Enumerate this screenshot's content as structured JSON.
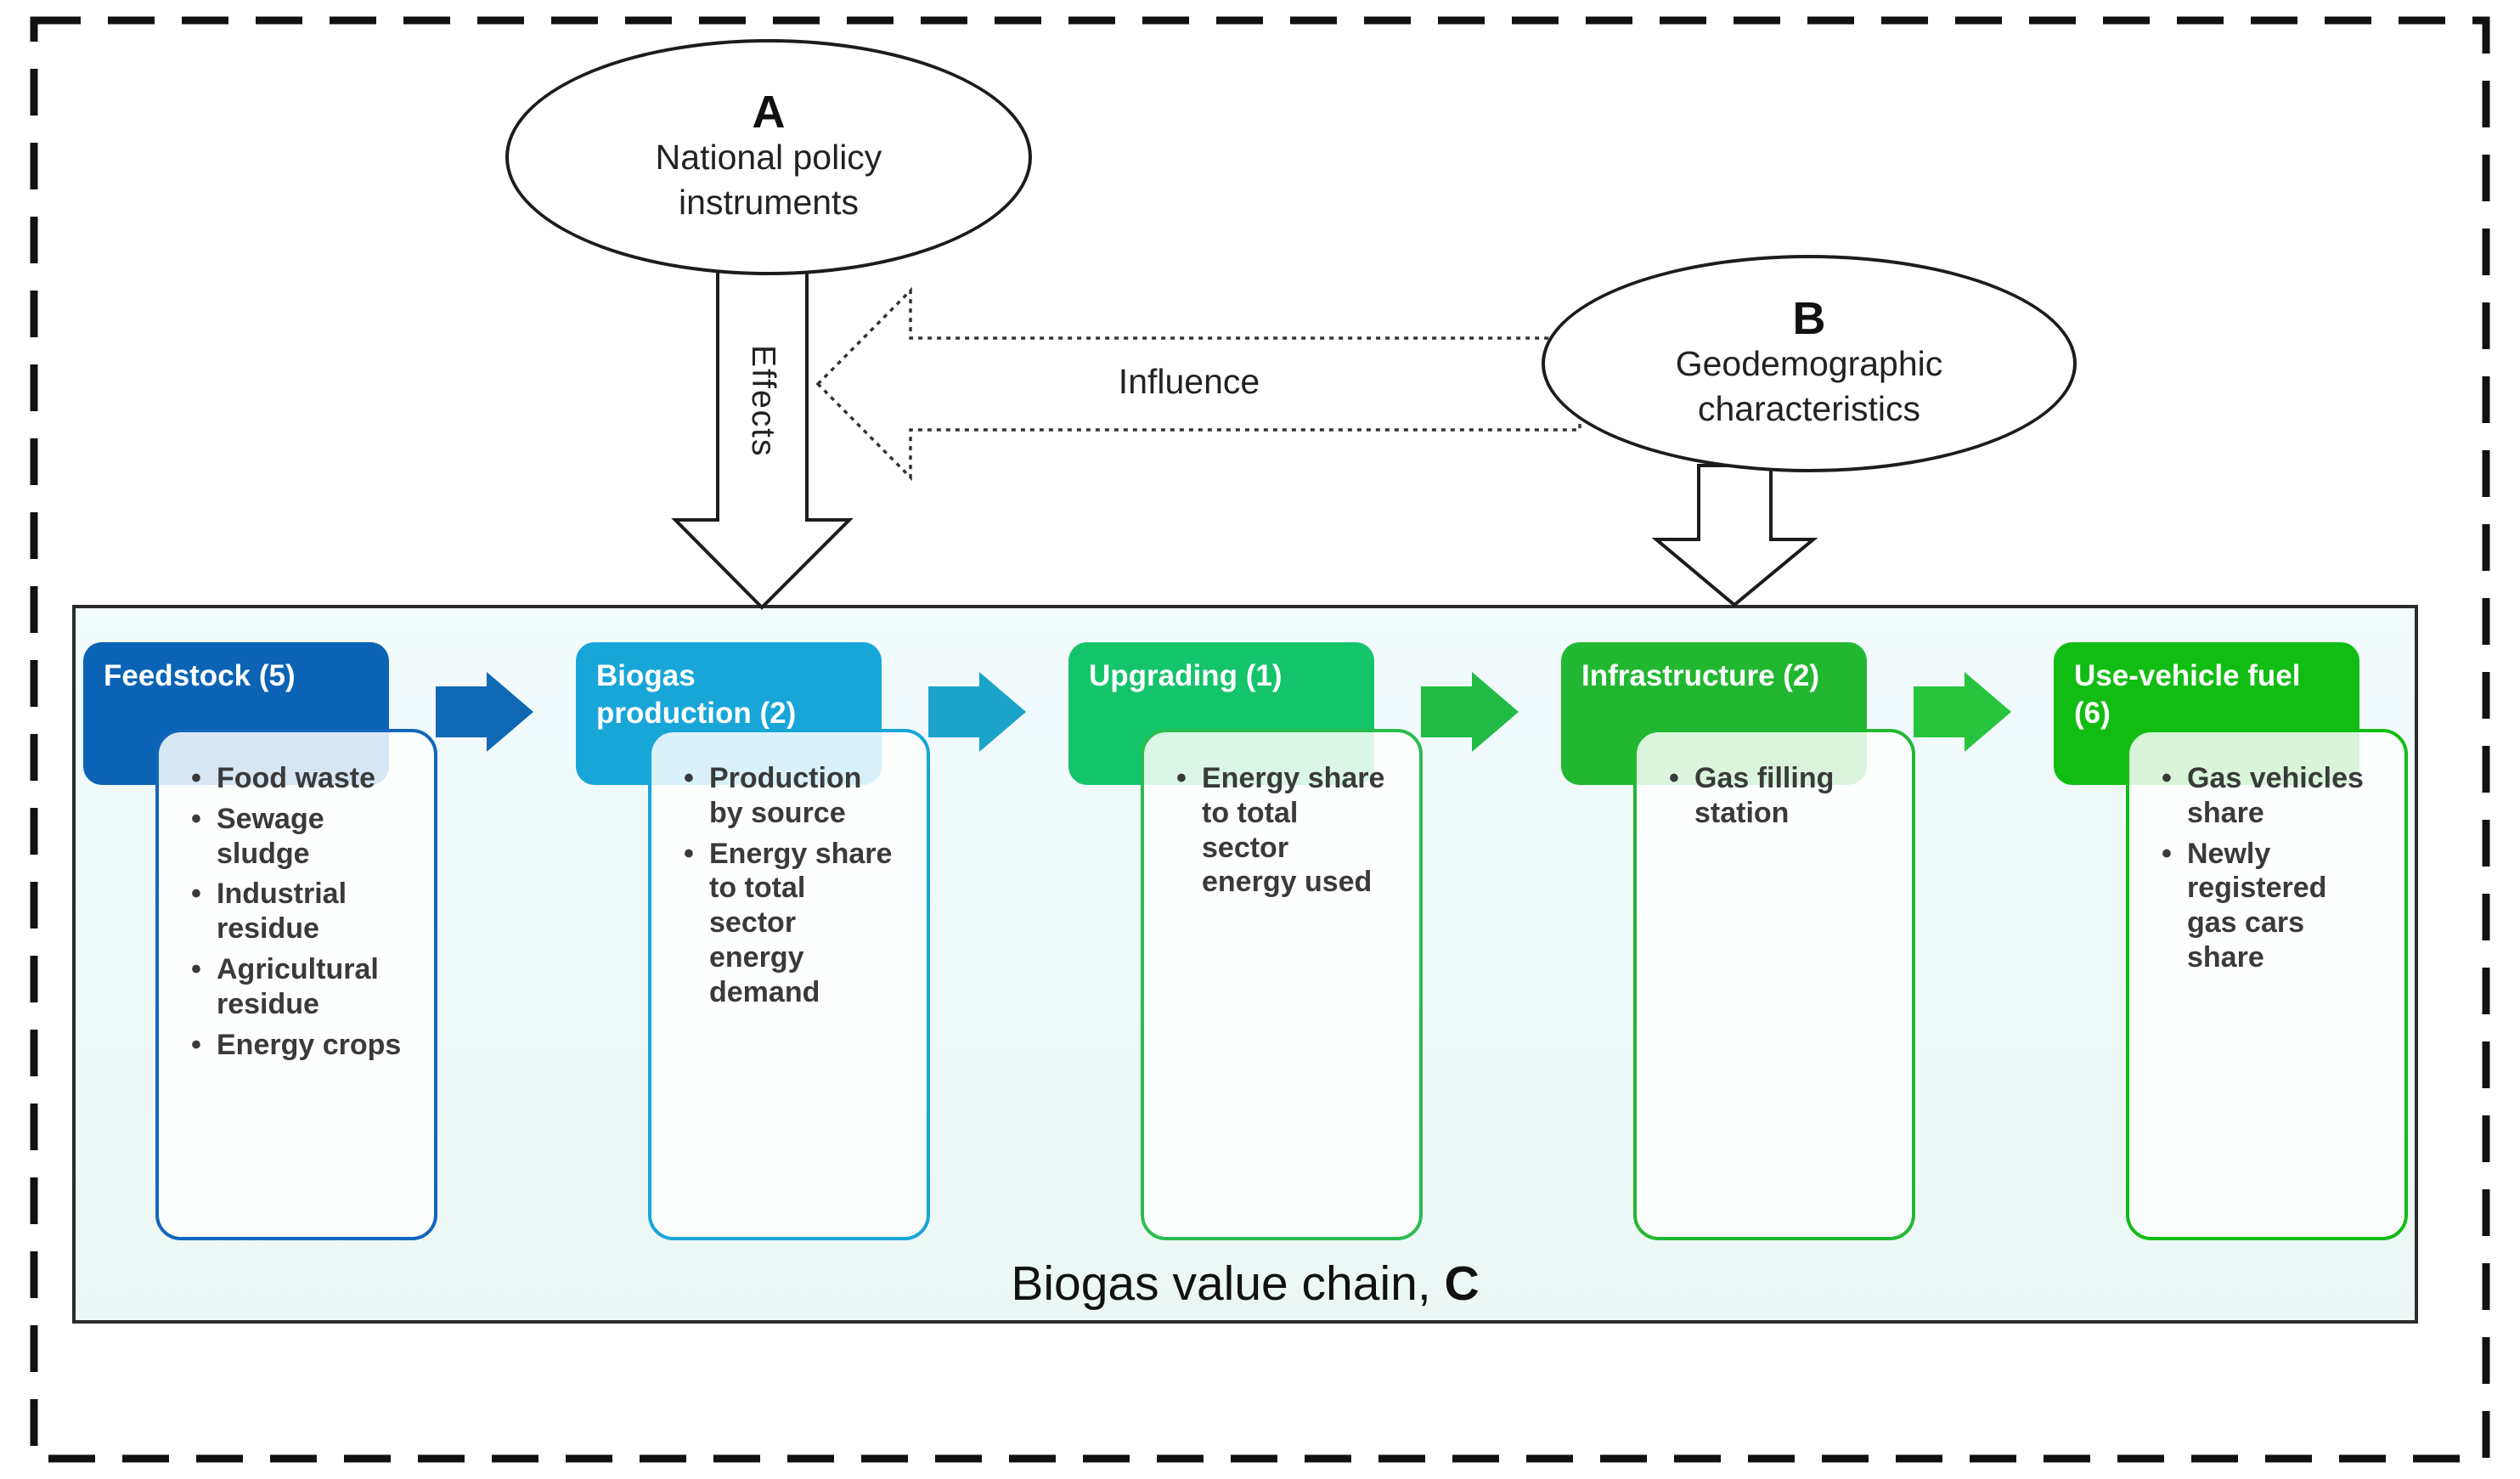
{
  "ellipse_a": {
    "tag": "A",
    "line1": "National policy",
    "line2": "instruments"
  },
  "ellipse_b": {
    "tag": "B",
    "line1": "Geodemographic",
    "line2": "characteristics"
  },
  "effects_label": "Effects",
  "influence_label": "Influence",
  "chain": {
    "title_prefix": "Biogas value chain,",
    "title_c": "C",
    "columns": [
      {
        "header": "Feedstock (5)",
        "items": [
          "Food waste",
          "Sewage sludge",
          "Industrial residue",
          "Agricultural residue",
          "Energy crops"
        ]
      },
      {
        "header": "Biogas production (2)",
        "items": [
          "Production by source",
          "Energy share to total sector energy demand"
        ]
      },
      {
        "header": "Upgrading (1)",
        "items": [
          "Energy share to total sector energy used"
        ]
      },
      {
        "header": "Infrastructure (2)",
        "items": [
          "Gas filling station"
        ]
      },
      {
        "header": "Use-vehicle fuel (6)",
        "items": [
          "Gas vehicles share",
          "Newly registered gas cars share"
        ]
      }
    ]
  },
  "palette": {
    "columns": [
      {
        "header": "#0b63b5",
        "border": "#1266bb"
      },
      {
        "header": "#18a6d8",
        "border": "#18a6d8"
      },
      {
        "header": "#14c46a",
        "border": "#2abd4e"
      },
      {
        "header": "#22b731",
        "border": "#22b731"
      },
      {
        "header": "#12bd13",
        "border": "#12bd13"
      }
    ],
    "chevrons": [
      "#0f68b4",
      "#1ba3c9",
      "#21bb46",
      "#27c53e"
    ],
    "outline": "#1c1c1c",
    "box_background": "#eef8fa"
  }
}
